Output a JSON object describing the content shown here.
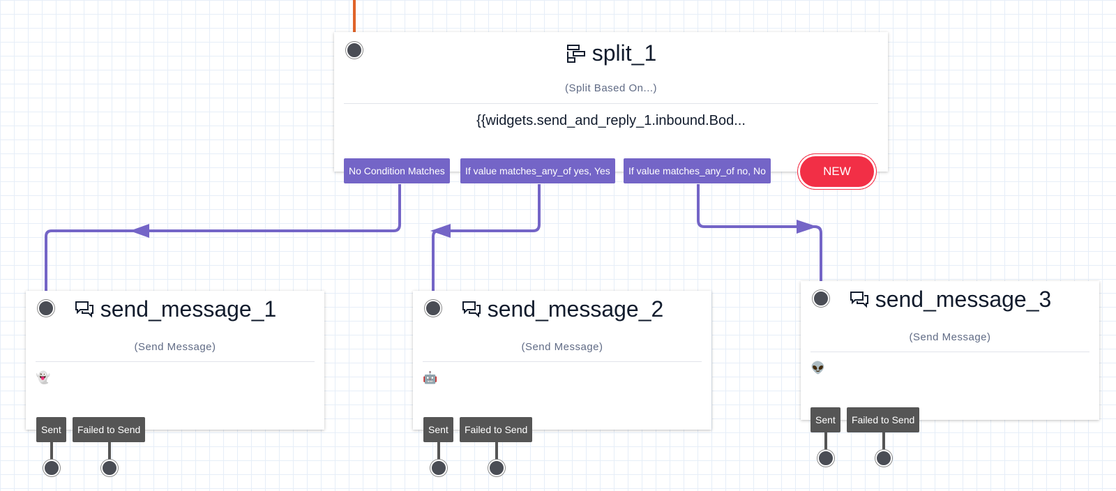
{
  "split": {
    "title": "split_1",
    "subtitle": "(Split Based On...)",
    "body": "{{widgets.send_and_reply_1.inbound.Bod...",
    "transitions": [
      "No Condition Matches",
      "If value matches_any_of yes, Yes",
      "If value matches_any_of no, No"
    ],
    "new_label": "NEW",
    "icon": "split-icon"
  },
  "messages": [
    {
      "title": "send_message_1",
      "subtitle": "(Send Message)",
      "body": "👻",
      "sent": "Sent",
      "failed": "Failed to Send",
      "icon": "chat-bubbles-icon"
    },
    {
      "title": "send_message_2",
      "subtitle": "(Send Message)",
      "body": "🤖",
      "sent": "Sent",
      "failed": "Failed to Send",
      "icon": "chat-bubbles-icon"
    },
    {
      "title": "send_message_3",
      "subtitle": "(Send Message)",
      "body": "👽",
      "sent": "Sent",
      "failed": "Failed to Send",
      "icon": "chat-bubbles-icon"
    }
  ],
  "colors": {
    "transition_accent": "#7465c7",
    "incoming_wire": "#e0642a",
    "new_button": "#f22f46",
    "message_transition": "#555555"
  }
}
